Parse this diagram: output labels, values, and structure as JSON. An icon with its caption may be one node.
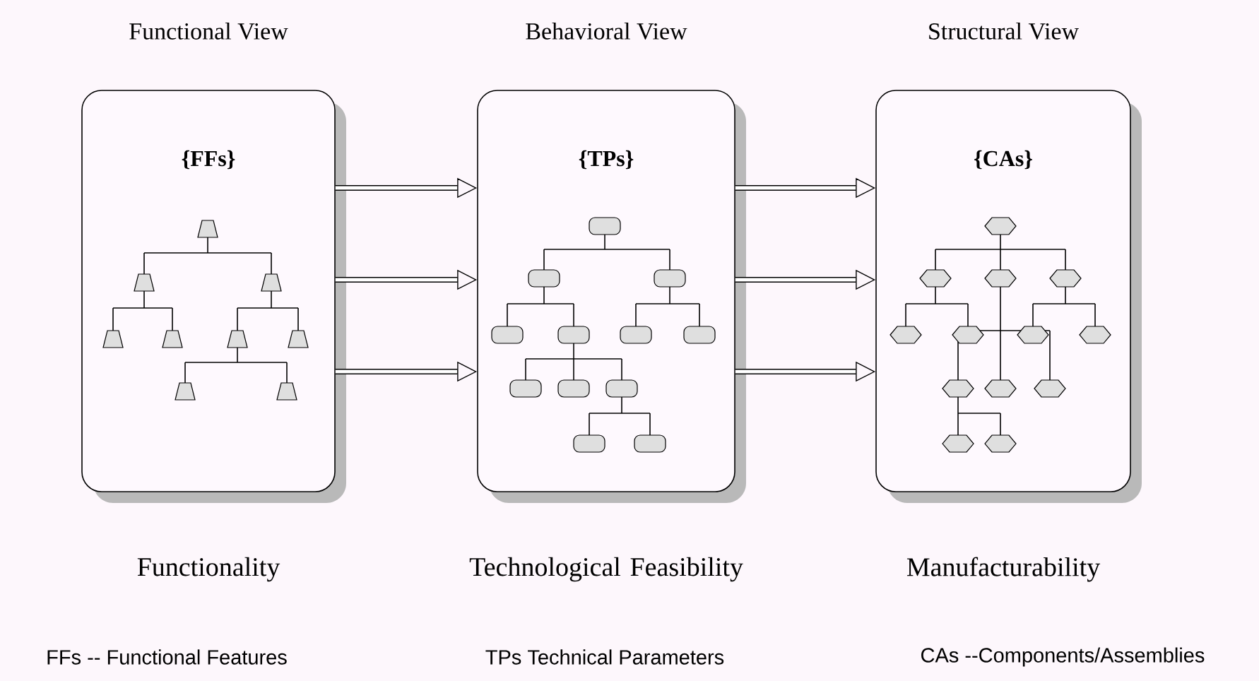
{
  "diagram": {
    "nodes": [
      {
        "text": [
          "Functional View",
          "{FFs}"
        ],
        "beside": [
          "Functionality"
        ]
      },
      {
        "text": [
          "Behavioral View",
          "{TPs}"
        ],
        "beside": [
          "Technological Feasibility"
        ]
      },
      {
        "text": [
          "Structural View",
          "{CAs}"
        ],
        "beside": [
          "Manufacturability"
        ]
      }
    ],
    "edges": [
      {
        "from": 0,
        "to": 1,
        "arrow": "to"
      },
      {
        "from": 0,
        "to": 1,
        "arrow": "to"
      },
      {
        "from": 0,
        "to": 1,
        "arrow": "to"
      },
      {
        "from": 1,
        "to": 2,
        "arrow": "to"
      },
      {
        "from": 1,
        "to": 2,
        "arrow": "to"
      },
      {
        "from": 1,
        "to": 2,
        "arrow": "to"
      }
    ],
    "labels": [
      "FFs -- Functional Features",
      "TPs Technical Parameters",
      "CAs --Components/Assemblies"
    ]
  }
}
